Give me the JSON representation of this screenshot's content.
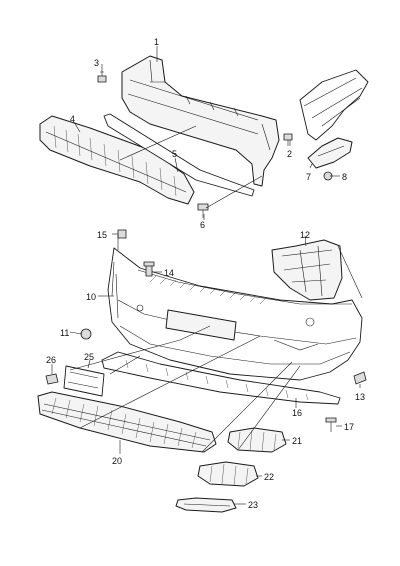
{
  "callouts": [
    {
      "id": "c1",
      "label": "1"
    },
    {
      "id": "c2",
      "label": "2"
    },
    {
      "id": "c3",
      "label": "3"
    },
    {
      "id": "c4",
      "label": "4"
    },
    {
      "id": "c5",
      "label": "5"
    },
    {
      "id": "c6",
      "label": "6"
    },
    {
      "id": "c7",
      "label": "7"
    },
    {
      "id": "c8",
      "label": "8"
    },
    {
      "id": "c10",
      "label": "10"
    },
    {
      "id": "c11",
      "label": "11"
    },
    {
      "id": "c12",
      "label": "12"
    },
    {
      "id": "c13",
      "label": "13"
    },
    {
      "id": "c14",
      "label": "14"
    },
    {
      "id": "c15",
      "label": "15"
    },
    {
      "id": "c16",
      "label": "16"
    },
    {
      "id": "c17",
      "label": "17"
    },
    {
      "id": "c20",
      "label": "20"
    },
    {
      "id": "c21",
      "label": "21"
    },
    {
      "id": "c22",
      "label": "22"
    },
    {
      "id": "c23",
      "label": "23"
    },
    {
      "id": "c25",
      "label": "25"
    },
    {
      "id": "c26",
      "label": "26"
    }
  ]
}
